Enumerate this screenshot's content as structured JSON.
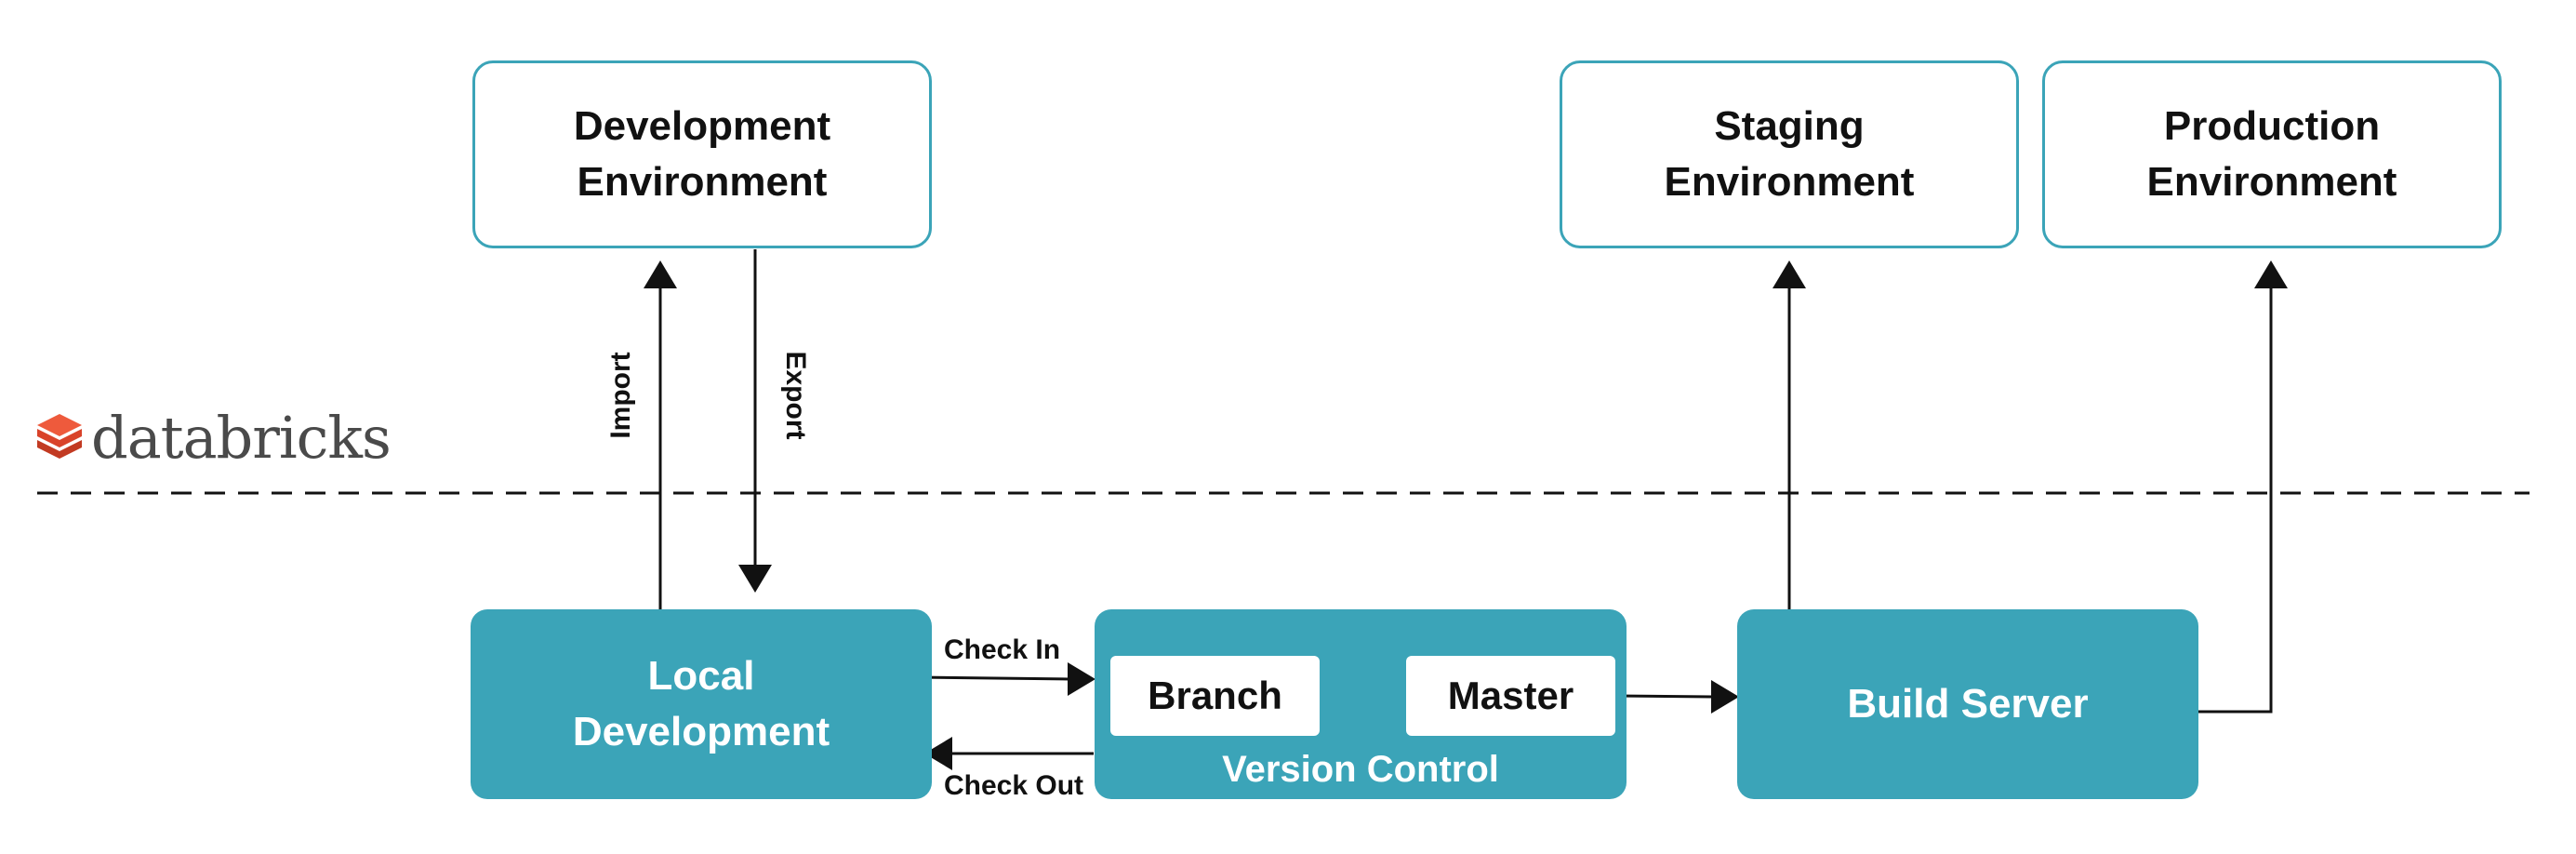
{
  "brand": {
    "name": "databricks",
    "logo_color": "#e64a2e"
  },
  "colors": {
    "teal": "#3ba4b8",
    "line": "#111111"
  },
  "environments": {
    "development": "Development\nEnvironment",
    "staging": "Staging\nEnvironment",
    "production": "Production\nEnvironment"
  },
  "nodes": {
    "local_development": "Local\nDevelopment",
    "version_control": "Version Control",
    "branch": "Branch",
    "master": "Master",
    "build_server": "Build Server"
  },
  "edges": {
    "import": "Import",
    "export": "Export",
    "check_in": "Check In",
    "check_out": "Check Out"
  }
}
